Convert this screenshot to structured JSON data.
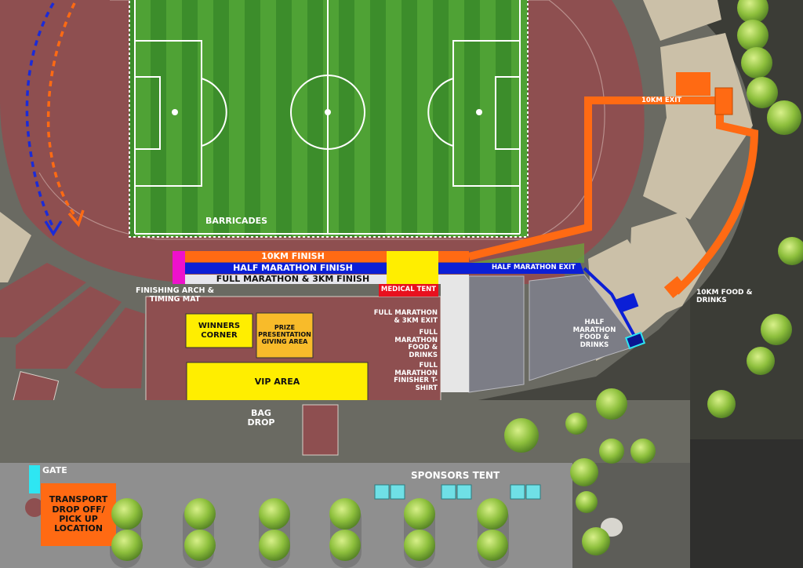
{
  "labels": {
    "barricades": "BARRICADES",
    "finish_10km": "10KM FINISH",
    "finish_half": "HALF MARATHON FINISH",
    "finish_full": "FULL MARATHON & 3KM FINISH",
    "finishing_arch_1": "FINISHING ARCH &",
    "finishing_arch_2": "TIMING MAT",
    "medical_tent": "MEDICAL TENT",
    "winners_1": "WINNERS",
    "winners_2": "CORNER",
    "prize_1": "PRIZE",
    "prize_2": "PRESENTATION",
    "prize_3": "GIVING AREA",
    "vip": "VIP AREA",
    "bag_1": "BAG",
    "bag_2": "DROP",
    "full_exit_1": "FULL MARATHON",
    "full_exit_2": "& 3KM EXIT",
    "full_food_1": "FULL",
    "full_food_2": "MARATHON",
    "full_food_3": "FOOD &",
    "full_food_4": "DRINKS",
    "full_shirt_1": "FULL",
    "full_shirt_2": "MARATHON",
    "full_shirt_3": "FINISHER T-",
    "full_shirt_4": "SHIRT",
    "half_exit": "HALF MARATHON EXIT",
    "half_food_1": "HALF",
    "half_food_2": "MARATHON",
    "half_food_3": "FOOD &",
    "half_food_4": "DRINKS",
    "exit_10km": "10KM EXIT",
    "food_10km_1": "10KM FOOD &",
    "food_10km_2": "DRINKS",
    "gate": "GATE",
    "transport_1": "TRANSPORT",
    "transport_2": "DROP OFF/",
    "transport_3": "PICK UP",
    "transport_4": "LOCATION",
    "sponsors": "SPONSORS TENT"
  },
  "colors": {
    "track": "#8e4f50",
    "grass_light": "#4fa235",
    "grass_dark": "#3b8c2a",
    "orange": "#ff6a13",
    "blue": "#0b1fd6",
    "yellow": "#ffee00",
    "magenta": "#ee11cc",
    "red": "#e8101e",
    "cyan": "#2ee6f2",
    "gold": "#f8bb2a",
    "stand": "#cbc0a8",
    "grey_zone": "#7c7d86",
    "road": "#8f8f8f"
  }
}
